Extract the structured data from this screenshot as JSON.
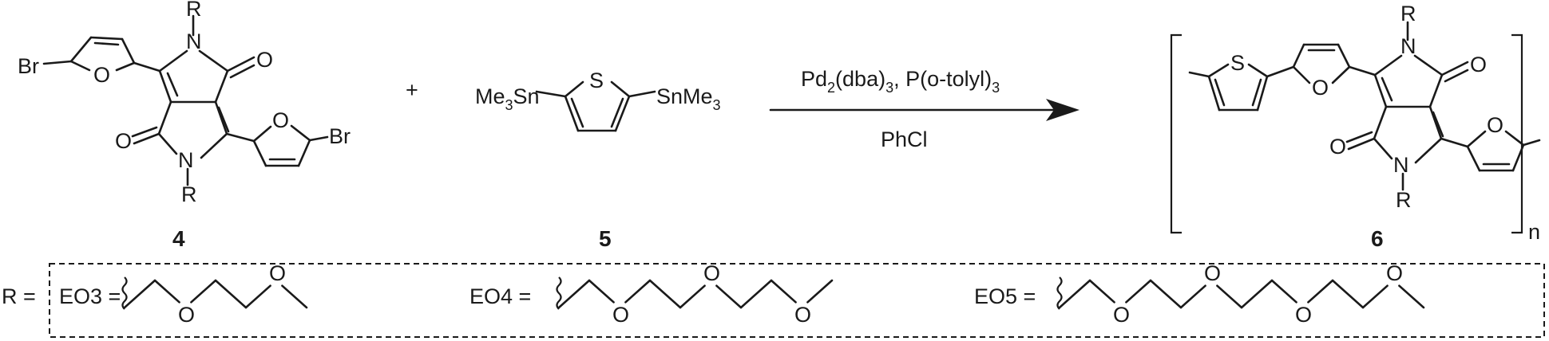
{
  "molecule_4": {
    "label": "4",
    "atoms": {
      "br": "Br",
      "o": "O",
      "n": "N",
      "r": "R"
    }
  },
  "plus": "+",
  "molecule_5": {
    "label": "5",
    "sulfur": "S",
    "left_group": {
      "base": "Me",
      "sub": "3",
      "tail": "Sn"
    },
    "right_group": {
      "base": "SnMe",
      "sub": "3"
    }
  },
  "reaction": {
    "catalyst": {
      "pd": "Pd",
      "pd_sub": "2",
      "dba": "(dba)",
      "dba_sub": "3",
      "ligand": ", P(o-tolyl)",
      "ligand_sub": "3"
    },
    "solvent": "PhCl"
  },
  "polymer_6": {
    "label": "6",
    "repeat": "n",
    "atoms": {
      "s": "S",
      "o": "O",
      "n": "N",
      "r": "R"
    }
  },
  "r_legend": {
    "prefix": "R =",
    "items": [
      {
        "name": "EO3 =",
        "oxygens": 2
      },
      {
        "name": "EO4 =",
        "oxygens": 3
      },
      {
        "name": "EO5 =",
        "oxygens": 4
      }
    ],
    "oxygen_symbol": "O"
  }
}
